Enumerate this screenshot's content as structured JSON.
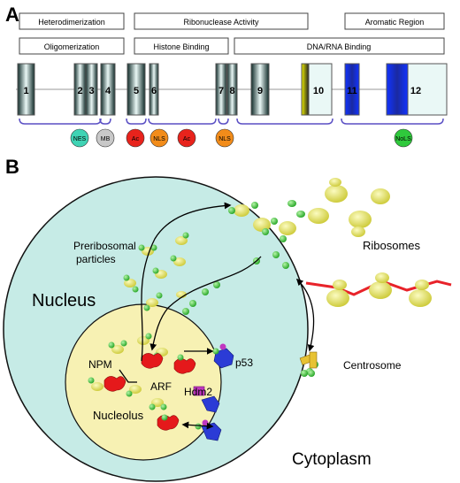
{
  "panel_a": {
    "label": "A",
    "regions": {
      "heterodimerization": "Heterodimerization",
      "oligomerization": "Oligomerization",
      "ribonuclease": "Ribonuclease Activity",
      "histone": "Histone Binding",
      "dna_rna": "DNA/RNA Binding",
      "aromatic": "Aromatic Region"
    },
    "exons": [
      "1",
      "2",
      "3",
      "4",
      "5",
      "6",
      "7",
      "8",
      "9",
      "10",
      "11",
      "12"
    ],
    "motifs": {
      "nes": "NES",
      "mb": "MB",
      "ac1": "Ac",
      "nls1": "NLS",
      "ac2": "Ac",
      "nls2": "NLS",
      "nols": "NoLS"
    }
  },
  "panel_b": {
    "label": "B",
    "preribosomal": "Preribosomal\nparticles",
    "nucleus": "Nucleus",
    "ribosomes": "Ribosomes",
    "npm": "NPM",
    "arf": "ARF",
    "p53": "p53",
    "hdm2": "Hdm2",
    "nucleolus": "Nucleolus",
    "centrosome": "Centrosome",
    "cytoplasm": "Cytoplasm"
  },
  "colors": {
    "nucleus_fill": "#c6ebe6",
    "nucleolus_fill": "#f7f1b3",
    "ribosome": "#e3e35a",
    "particle": "#3dcc3a",
    "arf_red": "#e5191b",
    "p53_blue": "#2b3bd6",
    "hdm2_magenta": "#c037c0",
    "nes": "#3fd3b4",
    "mb": "#c8c8c8",
    "ac": "#e8231c",
    "nls": "#f28c1a",
    "nols": "#2fc93c",
    "bracket": "#5a4fc4",
    "er_red": "#e8232a"
  }
}
